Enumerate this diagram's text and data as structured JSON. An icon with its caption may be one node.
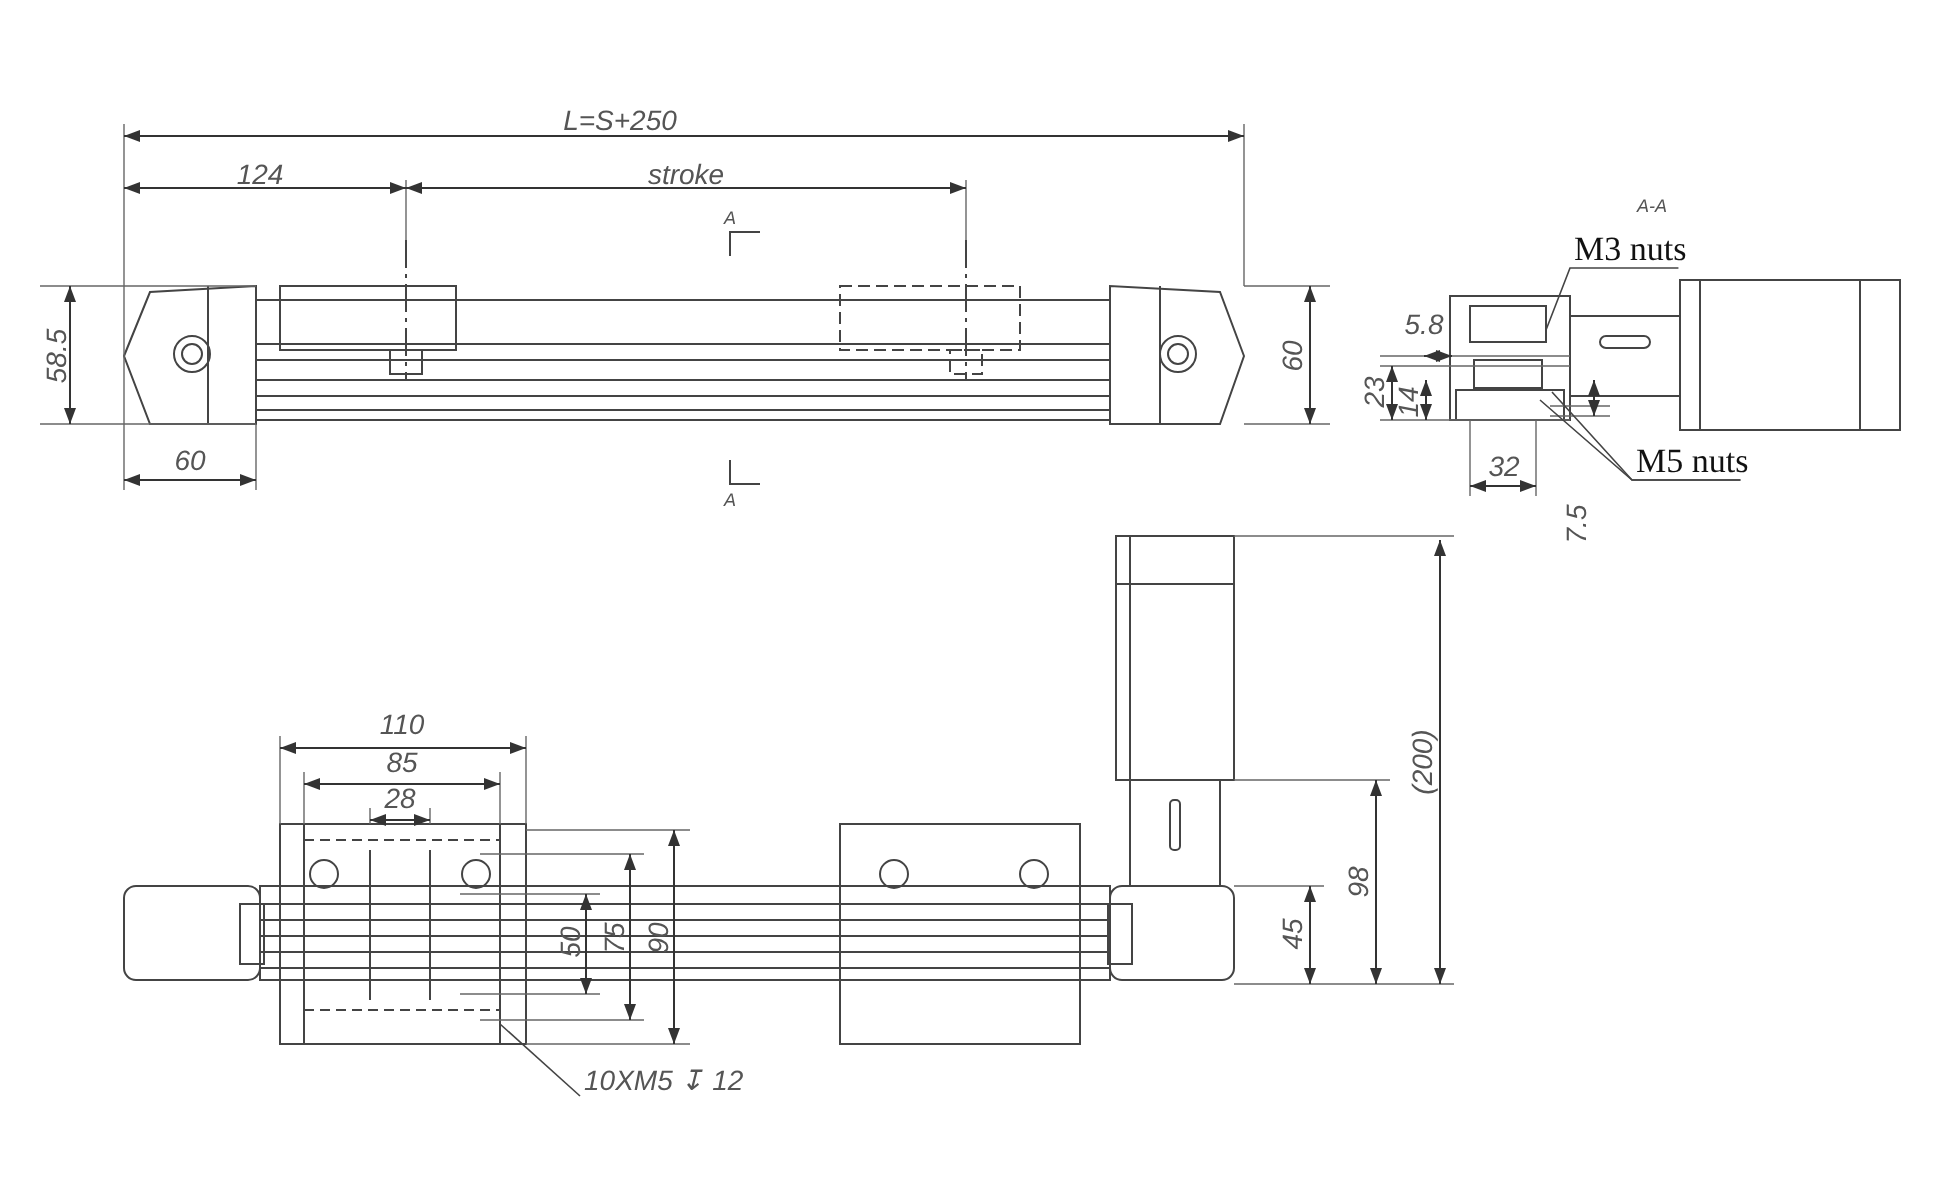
{
  "diagram": {
    "nodes": [
      {
        "text": [
          "M3 nuts"
        ]
      },
      {
        "text": [
          "M5 nuts"
        ]
      },
      {
        "text": [
          "10XM5 ↧ 12"
        ]
      }
    ],
    "edges": [
      {
        "from": 0,
        "to": null,
        "arrow": "none"
      },
      {
        "from": 1,
        "to": null,
        "arrow": "none"
      },
      {
        "from": 1,
        "to": null,
        "arrow": "none"
      },
      {
        "from": 2,
        "to": null,
        "arrow": "none"
      }
    ],
    "labels": [
      "L=S+250",
      "124",
      "stroke",
      "A-A",
      "A",
      "58.5",
      "60",
      "5.8",
      "23",
      "14",
      "60",
      "32",
      "A",
      "7.5",
      "110",
      "85",
      "28",
      "50",
      "75",
      "90",
      "(200)",
      "98",
      "45"
    ]
  }
}
